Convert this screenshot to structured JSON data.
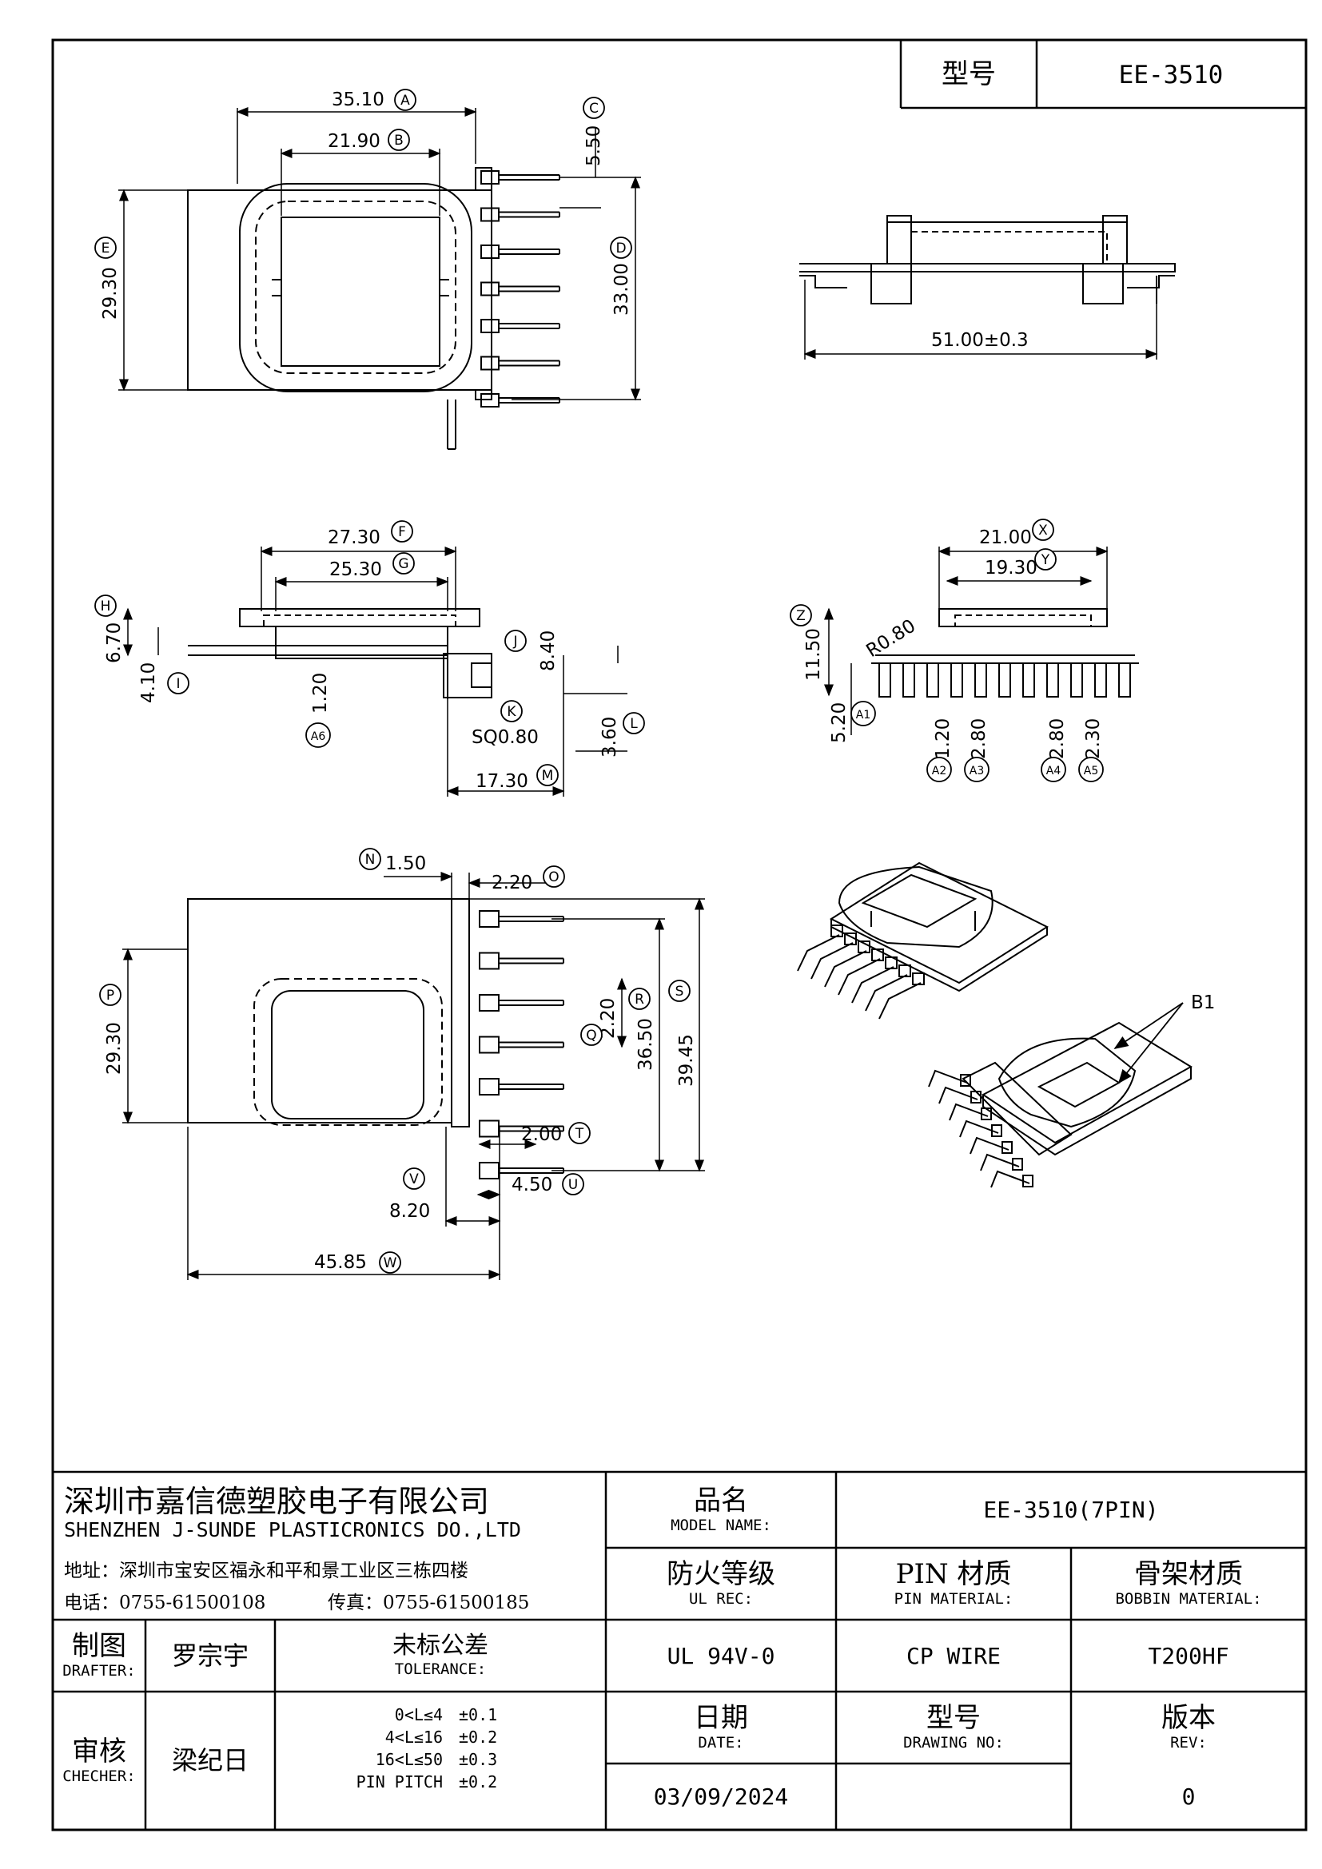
{
  "header": {
    "model_label": "型号",
    "model_value": "EE-3510"
  },
  "company": {
    "name_cn": "深圳市嘉信德塑胶电子有限公司",
    "name_en": "SHENZHEN J-SUNDE PLASTICRONICS DO.,LTD",
    "address": "地址：深圳市宝安区福永和平和景工业区三栋四楼",
    "tel": "电话：0755-61500108",
    "fax": "传真：0755-61500185"
  },
  "title_block": {
    "model_name_cn": "品名",
    "model_name_en": "MODEL NAME:",
    "model_name_value": "EE-3510(7PIN)",
    "ul_cn": "防火等级",
    "ul_en": "UL REC:",
    "ul_value": "UL 94V-0",
    "pin_cn": "PIN 材质",
    "pin_en": "PIN MATERIAL:",
    "pin_value": "CP WIRE",
    "bobbin_cn": "骨架材质",
    "bobbin_en": "BOBBIN MATERIAL:",
    "bobbin_value": "T200HF",
    "drafter_cn": "制图",
    "drafter_en": "DRAFTER:",
    "drafter_name": "罗宗宇",
    "checker_cn": "审核",
    "checker_en": "CHECHER:",
    "checker_name": "梁纪日",
    "tol_cn": "未标公差",
    "tol_en": "TOLERANCE:",
    "tol_rows": [
      {
        "range": "0<L≤4",
        "tol": "±0.1"
      },
      {
        "range": "4<L≤16",
        "tol": "±0.2"
      },
      {
        "range": "16<L≤50",
        "tol": "±0.3"
      },
      {
        "range": "PIN PITCH",
        "tol": "±0.2"
      }
    ],
    "date_cn": "日期",
    "date_en": "DATE:",
    "date_value": "03/09/2024",
    "drawing_cn": "型号",
    "drawing_en": "DRAWING NO:",
    "drawing_value": "",
    "rev_cn": "版本",
    "rev_en": "REV:",
    "rev_value": "0"
  },
  "dims": {
    "A": "35.10",
    "B": "21.90",
    "C": "5.50",
    "D": "33.00",
    "E": "29.30",
    "overall": "51.00±0.3",
    "F": "27.30",
    "G": "25.30",
    "H": "6.70",
    "I": "4.10",
    "J": "8.40",
    "K": "SQ0.80",
    "L": "3.60",
    "M": "17.30",
    "A6": "1.20",
    "X": "21.00",
    "Y": "19.30",
    "Z": "11.50",
    "R": "R0.80",
    "A1": "5.20",
    "A2": "1.20",
    "A3": "2.80",
    "A4": "2.80",
    "A5": "2.30",
    "N": "1.50",
    "O": "2.20",
    "P": "29.30",
    "Q": "2.20",
    "Rd": "36.50",
    "S": "39.45",
    "T": "2.00",
    "U": "4.50",
    "V": "8.20",
    "W": "45.85",
    "B1": "B1"
  },
  "letters": {
    "A": "A",
    "B": "B",
    "C": "C",
    "D": "D",
    "E": "E",
    "F": "F",
    "G": "G",
    "H": "H",
    "I": "I",
    "J": "J",
    "K": "K",
    "L": "L",
    "M": "M",
    "A6": "A6",
    "X": "X",
    "Y": "Y",
    "Z": "Z",
    "A1": "A1",
    "A2": "A2",
    "A3": "A3",
    "A4": "A4",
    "A5": "A5",
    "N": "N",
    "O": "O",
    "P": "P",
    "Q": "Q",
    "R": "R",
    "S": "S",
    "T": "T",
    "U": "U",
    "V": "V",
    "W": "W"
  }
}
